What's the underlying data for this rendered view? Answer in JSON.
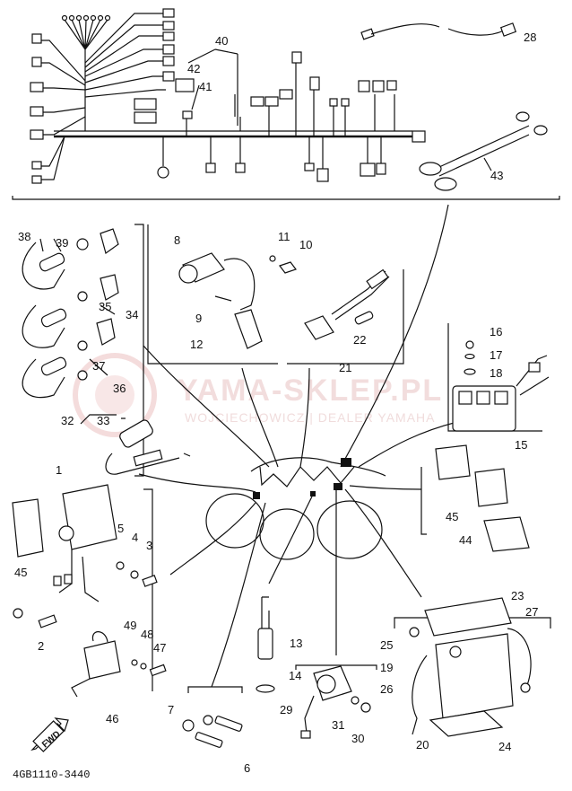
{
  "diagram": {
    "footer_code": "4GB1110-3440",
    "fwd_label": "FWD",
    "watermark": {
      "brand": "YAMA-SKLEP.PL",
      "subline": "WOJCIECHOWICZ | DEALER YAMAHA"
    },
    "callouts": {
      "n1": "1",
      "n2": "2",
      "n3": "3",
      "n4": "4",
      "n5": "5",
      "n6": "6",
      "n7": "7",
      "n8": "8",
      "n9": "9",
      "n10": "10",
      "n11": "11",
      "n12": "12",
      "n13": "13",
      "n14": "14",
      "n15": "15",
      "n16": "16",
      "n17": "17",
      "n18": "18",
      "n19": "19",
      "n20": "20",
      "n21": "21",
      "n22": "22",
      "n23": "23",
      "n24": "24",
      "n25": "25",
      "n26": "26",
      "n27": "27",
      "n28": "28",
      "n29": "29",
      "n30": "30",
      "n31": "31",
      "n32": "32",
      "n33": "33",
      "n34": "34",
      "n35": "35",
      "n36": "36",
      "n37": "37",
      "n38": "38",
      "n39": "39",
      "n40": "40",
      "n41": "41",
      "n42": "42",
      "n43": "43",
      "n44": "44",
      "n45a": "45",
      "n45b": "45",
      "n46": "46",
      "n47": "47",
      "n48": "48",
      "n49": "49"
    }
  }
}
